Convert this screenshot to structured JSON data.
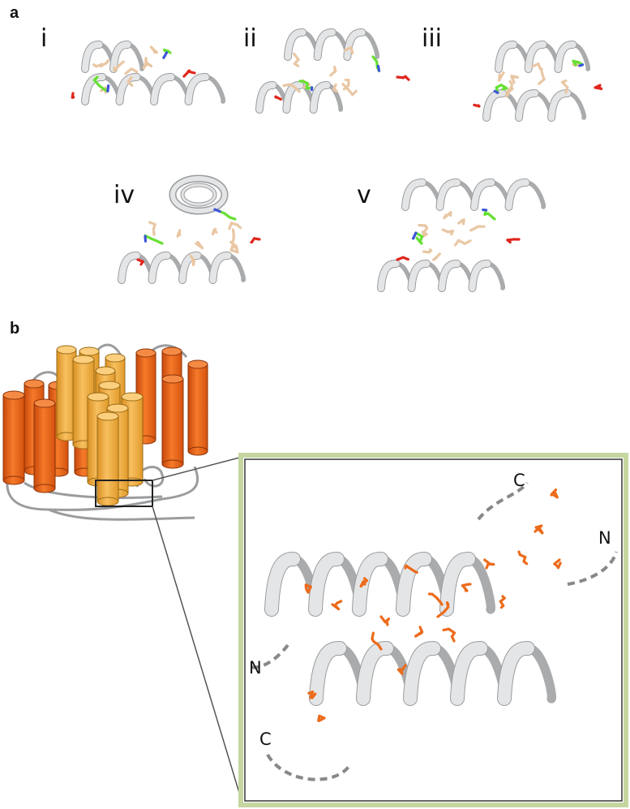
{
  "panel_a": {
    "letter": "a",
    "structures": [
      {
        "numeral": "i"
      },
      {
        "numeral": "ii"
      },
      {
        "numeral": "iii"
      },
      {
        "numeral": "iv"
      },
      {
        "numeral": "v"
      }
    ]
  },
  "panel_b": {
    "letter": "b",
    "inset_labels": {
      "n_left": "N",
      "c_top": "C",
      "n_right": "N",
      "c_bottom": "C"
    }
  },
  "colors": {
    "ribbon": "#e4e5e6",
    "ribbon_edge": "#9a9c9e",
    "hydrophobic": "#e9c7a4",
    "basic": "#66e033",
    "nitrogen": "#3f55d8",
    "acidic": "#e0261c",
    "helix_dark": "#f06a1c",
    "helix_light": "#f5ad40",
    "inset_sticks": "#ec6b1b",
    "inset_frame": "#c5d6a1"
  }
}
